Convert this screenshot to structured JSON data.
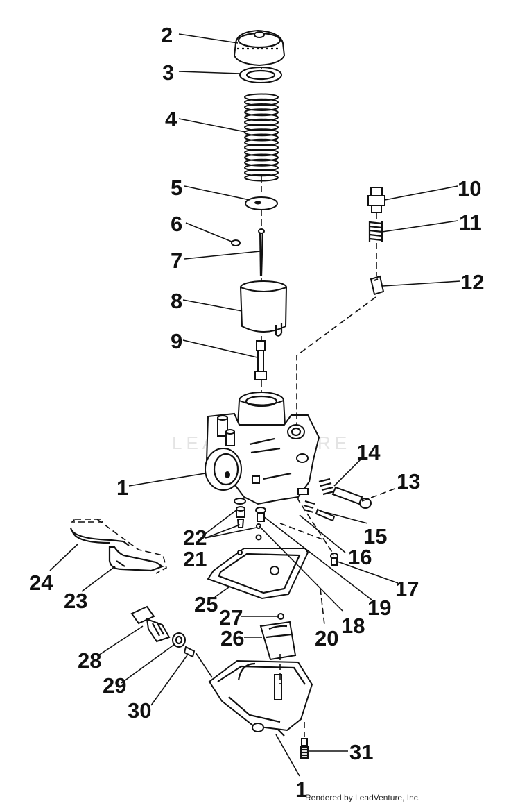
{
  "callouts": {
    "c1_top": "1",
    "c2": "2",
    "c3": "3",
    "c4": "4",
    "c5": "5",
    "c6": "6",
    "c7": "7",
    "c8": "8",
    "c9": "9",
    "c10": "10",
    "c11": "11",
    "c12": "12",
    "c13": "13",
    "c14": "14",
    "c15": "15",
    "c16": "16",
    "c17": "17",
    "c18": "18",
    "c19": "19",
    "c20": "20",
    "c21": "21",
    "c22": "22",
    "c23": "23",
    "c24": "24",
    "c25": "25",
    "c26": "26",
    "c27": "27",
    "c28": "28",
    "c29": "29",
    "c30": "30",
    "c31": "31",
    "c1_bottom": "1"
  },
  "watermark": "LEADVENTURE",
  "credit": "Rendered by LeadVenture, Inc."
}
